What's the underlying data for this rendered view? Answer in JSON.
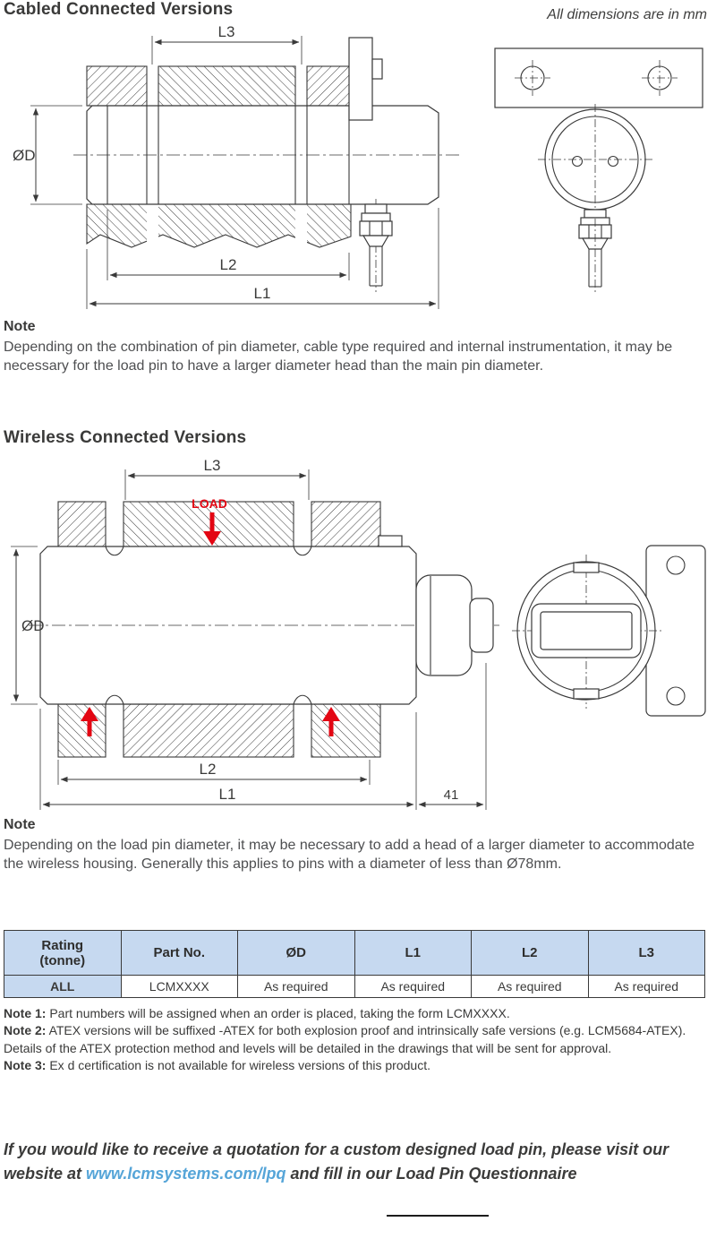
{
  "page": {
    "dimensions_note": "All dimensions are in mm"
  },
  "cabled": {
    "title": "Cabled Connected Versions",
    "labels": {
      "l1": "L1",
      "l2": "L2",
      "l3": "L3",
      "od": "ØD"
    },
    "note_heading": "Note",
    "note_text": "Depending on the combination of pin diameter, cable type required and internal instrumentation, it may be necessary for the load pin to have a larger diameter head than the main pin diameter."
  },
  "wireless": {
    "title": "Wireless Connected Versions",
    "labels": {
      "l1": "L1",
      "l2": "L2",
      "l3": "L3",
      "od": "ØD",
      "load": "LOAD",
      "dim41": "41"
    },
    "note_heading": "Note",
    "note_text": "Depending on the load pin diameter, it may be necessary to add a head of a larger diameter to accommodate the wireless housing. Generally this applies to pins with a diameter of less than Ø78mm."
  },
  "table": {
    "headers": [
      "Rating\n(tonne)",
      "Part No.",
      "ØD",
      "L1",
      "L2",
      "L3"
    ],
    "row": [
      "ALL",
      "LCMXXXX",
      "As required",
      "As required",
      "As required",
      "As required"
    ]
  },
  "notes": [
    {
      "label": "Note 1:",
      "text": " Part numbers will be assigned when an order is placed, taking the form LCMXXXX."
    },
    {
      "label": "Note 2:",
      "text": " ATEX versions will be suffixed -ATEX for both explosion proof and intrinsically safe versions (e.g. LCM5684-ATEX). Details of the ATEX protection method and levels will be detailed in the drawings that will be sent for approval."
    },
    {
      "label": "Note 3:",
      "text": " Ex d certification is not available for wireless versions of this product."
    }
  ],
  "footer": {
    "before_link": "If you would like to receive a quotation for a custom designed load pin, please visit our website at ",
    "link": "www.lcmsystems.com/lpq",
    "after_link": " and fill in our Load Pin Questionnaire"
  },
  "colors": {
    "accent_red": "#e30613",
    "link_blue": "#56a5d8",
    "table_header_bg": "#c6d9f0",
    "line_dark": "#3a3a3a"
  }
}
